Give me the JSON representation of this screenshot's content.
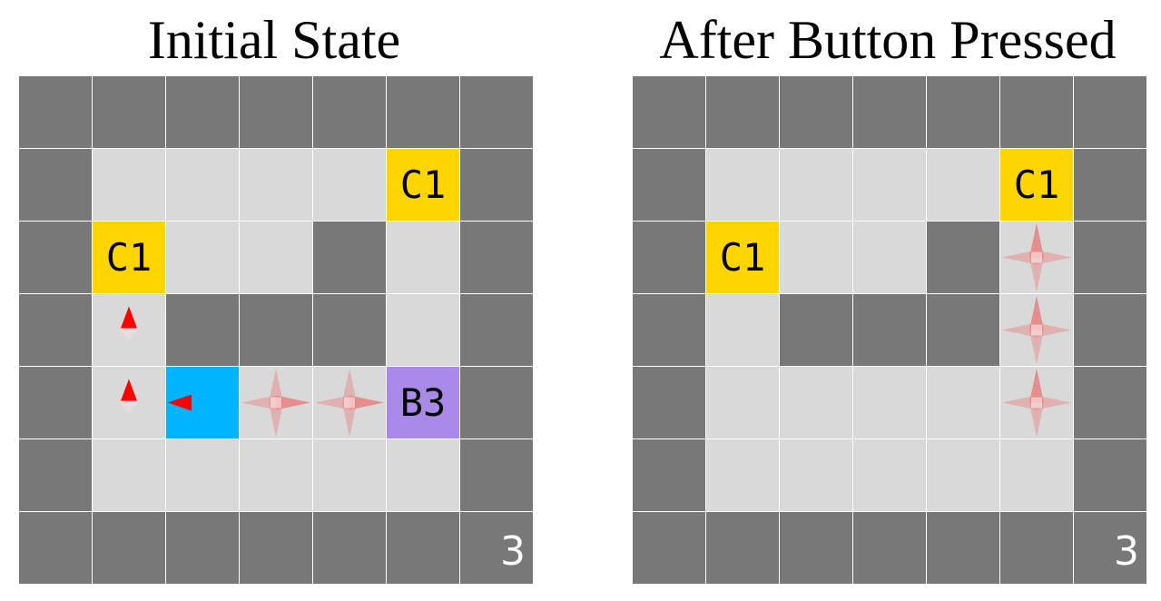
{
  "panels": [
    {
      "title": "Initial State",
      "counter": "3",
      "grid": [
        [
          "W",
          "W",
          "W",
          "W",
          "W",
          "W",
          "W"
        ],
        [
          "W",
          "F",
          "F",
          "F",
          "F",
          "S",
          "W"
        ],
        [
          "W",
          "S",
          "F",
          "F",
          "W",
          "F",
          "W"
        ],
        [
          "W",
          "F",
          "W",
          "W",
          "W",
          "F",
          "W"
        ],
        [
          "W",
          "F",
          "A",
          "F",
          "F",
          "B",
          "W"
        ],
        [
          "W",
          "F",
          "F",
          "F",
          "F",
          "F",
          "W"
        ],
        [
          "W",
          "W",
          "W",
          "W",
          "W",
          "W",
          "W"
        ]
      ],
      "labels": [
        {
          "row": 1,
          "col": 5,
          "text": "C1"
        },
        {
          "row": 2,
          "col": 1,
          "text": "C1"
        },
        {
          "row": 4,
          "col": 5,
          "text": "B3"
        }
      ],
      "markers": [
        {
          "row": 3,
          "col": 1,
          "type": "arrow-up"
        },
        {
          "row": 4,
          "col": 1,
          "type": "arrow-up"
        },
        {
          "row": 4,
          "col": 2,
          "type": "arrow-left"
        },
        {
          "row": 4,
          "col": 3,
          "type": "star-right"
        },
        {
          "row": 4,
          "col": 4,
          "type": "star-right"
        }
      ]
    },
    {
      "title": "After Button Pressed",
      "counter": "3",
      "grid": [
        [
          "W",
          "W",
          "W",
          "W",
          "W",
          "W",
          "W"
        ],
        [
          "W",
          "F",
          "F",
          "F",
          "F",
          "S",
          "W"
        ],
        [
          "W",
          "S",
          "F",
          "F",
          "W",
          "F",
          "W"
        ],
        [
          "W",
          "F",
          "W",
          "W",
          "W",
          "F",
          "W"
        ],
        [
          "W",
          "F",
          "F",
          "F",
          "F",
          "F",
          "W"
        ],
        [
          "W",
          "F",
          "F",
          "F",
          "F",
          "F",
          "W"
        ],
        [
          "W",
          "W",
          "W",
          "W",
          "W",
          "W",
          "W"
        ]
      ],
      "labels": [
        {
          "row": 1,
          "col": 5,
          "text": "C1"
        },
        {
          "row": 2,
          "col": 1,
          "text": "C1"
        }
      ],
      "markers": [
        {
          "row": 2,
          "col": 5,
          "type": "star-up"
        },
        {
          "row": 3,
          "col": 5,
          "type": "star-up"
        },
        {
          "row": 4,
          "col": 5,
          "type": "star-up"
        }
      ]
    }
  ],
  "colors": {
    "wall": "#787878",
    "floor": "#d9d9d9",
    "switch": "#ffd500",
    "button": "#a98ae8",
    "agent": "#00b4ff",
    "arrow": "#ff0000",
    "trail": "#e88080"
  }
}
